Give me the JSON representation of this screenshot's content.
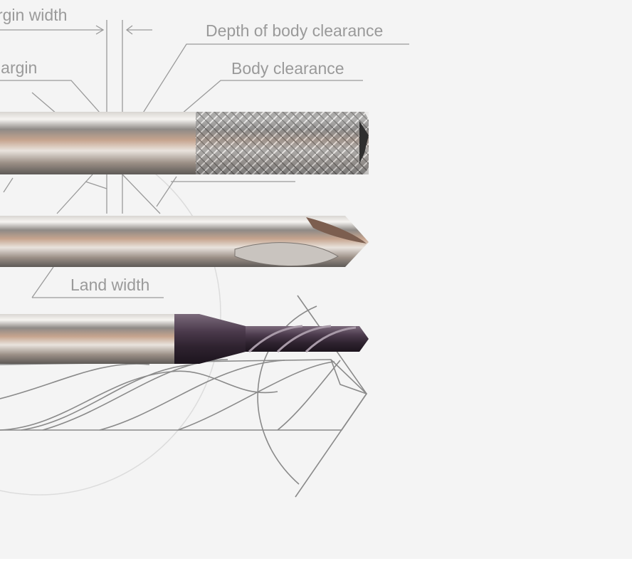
{
  "labels": {
    "margin_width": "Margin width",
    "margin": "Margin",
    "depth_of_body_clearance": "Depth of body clearance",
    "body_clearance": "Body clearance",
    "land_width": "Land width"
  },
  "colors": {
    "background": "#f4f4f4",
    "line_art": "#8a8a8a",
    "label_text": "#9a9a9a",
    "shank_steel": "#b9b3ad",
    "coated_flute": "#4a3a4a"
  },
  "tools": [
    {
      "id": "router-bit",
      "icon": "diamond-cut-router-bit"
    },
    {
      "id": "spot-drill",
      "icon": "spot-drill"
    },
    {
      "id": "coated-twist-drill",
      "icon": "coated-twist-drill"
    }
  ]
}
